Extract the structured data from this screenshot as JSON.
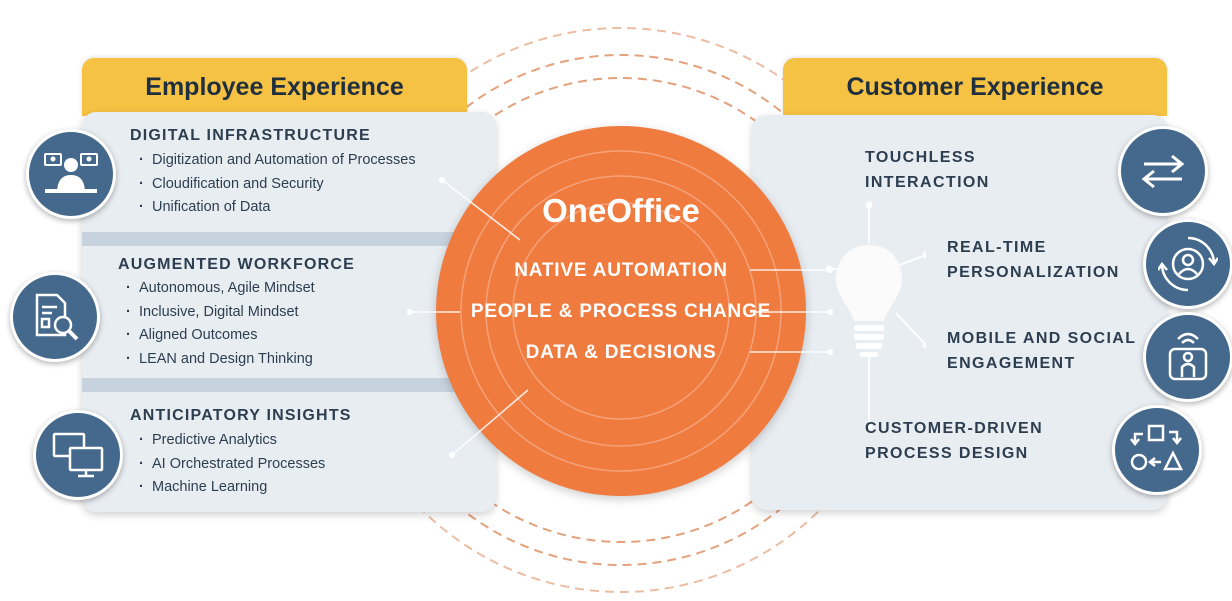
{
  "employee": {
    "header": "Employee Experience",
    "sections": [
      {
        "title": "DIGITAL INFRASTRUCTURE",
        "items": [
          "Digitization and Automation of Processes",
          "Cloudification and Security",
          "Unification of Data"
        ],
        "icon": "video-conference-icon"
      },
      {
        "title": "AUGMENTED WORKFORCE",
        "items": [
          "Autonomous, Agile Mindset",
          "Inclusive, Digital Mindset",
          "Aligned Outcomes",
          "LEAN and Design Thinking"
        ],
        "icon": "document-search-icon"
      },
      {
        "title": "ANTICIPATORY INSIGHTS",
        "items": [
          "Predictive Analytics",
          "AI Orchestrated Processes",
          "Machine Learning"
        ],
        "icon": "dual-monitor-icon"
      }
    ]
  },
  "center": {
    "title": "OneOffice",
    "pillars": [
      "NATIVE AUTOMATION",
      "PEOPLE & PROCESS CHANGE",
      "DATA & DECISIONS"
    ]
  },
  "customer": {
    "header": "Customer Experience",
    "features": [
      {
        "lines": [
          "TOUCHLESS",
          "INTERACTION"
        ],
        "icon": "swap-arrows-icon"
      },
      {
        "lines": [
          "REAL-TIME",
          "PERSONALIZATION"
        ],
        "icon": "user-cycle-icon"
      },
      {
        "lines": [
          "MOBILE AND SOCIAL",
          "ENGAGEMENT"
        ],
        "icon": "mobile-user-icon"
      },
      {
        "lines": [
          "CUSTOMER-DRIVEN",
          "PROCESS DESIGN"
        ],
        "icon": "process-flow-icon"
      }
    ]
  },
  "colors": {
    "accent_orange": "#ef7b3f",
    "header_yellow": "#f6c244",
    "panel_bg": "#e8edf2",
    "icon_blue": "#45698c",
    "text_dark": "#2c3e50"
  }
}
